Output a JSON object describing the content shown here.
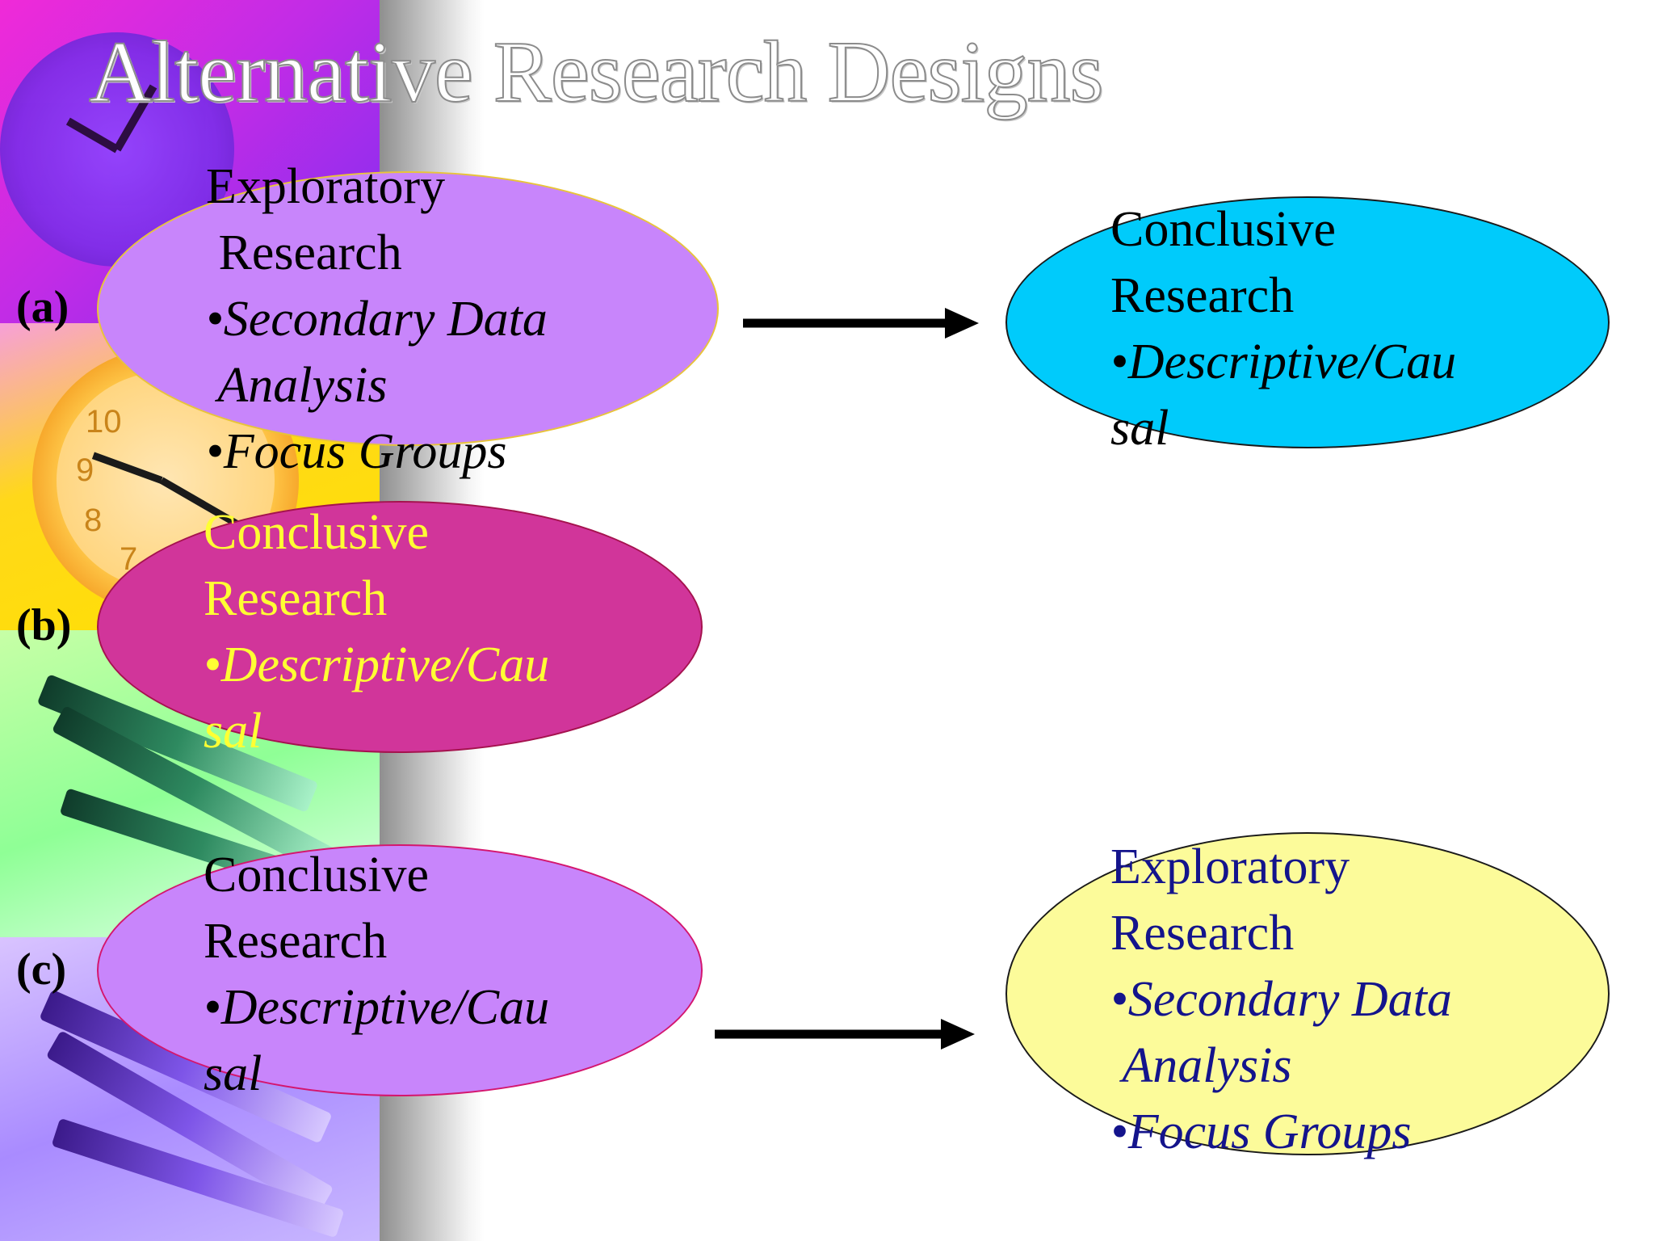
{
  "title": "Alternative Research Designs",
  "colors": {
    "ellipse_a_left": "#c885fb",
    "ellipse_a_right": "#00cbfb",
    "ellipse_b": "#d1359a",
    "ellipse_c_left": "#c885fb",
    "ellipse_c_right": "#fcfb9a",
    "text_b": "#ffff33",
    "text_c_right": "#14148c"
  },
  "rows": {
    "a": {
      "label": "(a)",
      "left": {
        "line1": "Exploratory",
        "line2": " Research",
        "line3": "•Secondary Data",
        "line4": " Analysis",
        "line5": "•Focus Groups"
      },
      "right": {
        "line1": "Conclusive",
        "line2": "Research",
        "line3": "•Descriptive/Cau",
        "line4": "sal"
      }
    },
    "b": {
      "label": "(b)",
      "left": {
        "line1": "Conclusive",
        "line2": "Research",
        "line3": "•Descriptive/Cau",
        "line4": "sal"
      }
    },
    "c": {
      "label": "(c)",
      "left": {
        "line1": "Conclusive",
        "line2": "Research",
        "line3": "•Descriptive/Cau",
        "line4": "sal"
      },
      "right": {
        "line1": "Exploratory",
        "line2": "Research",
        "line3": "•Secondary Data",
        "line4": " Analysis",
        "line5": "•Focus Groups"
      }
    }
  },
  "decor": {
    "clock_numbers": [
      "10",
      "9",
      "8",
      "7"
    ]
  }
}
